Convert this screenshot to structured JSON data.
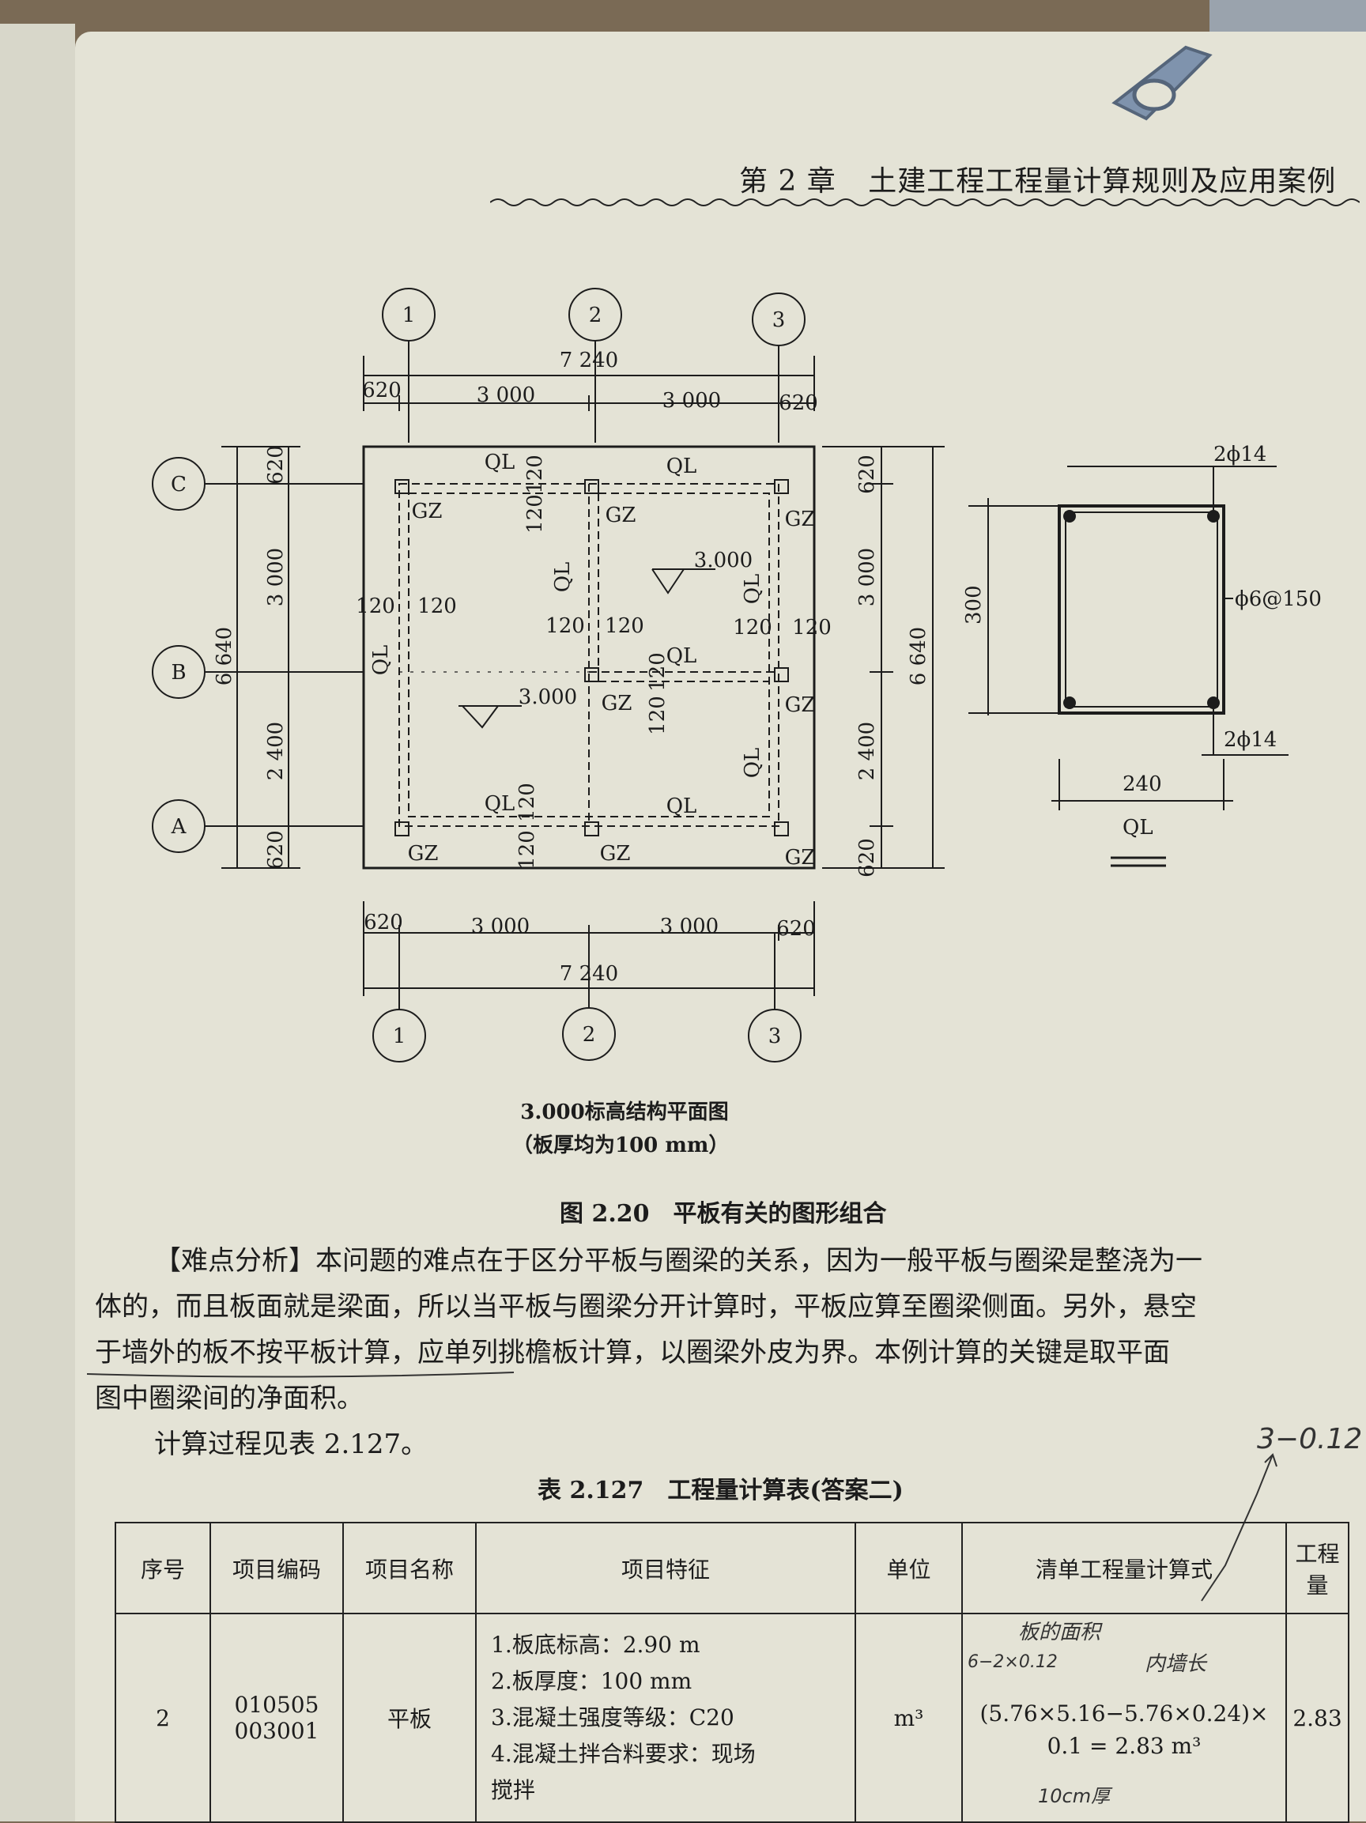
{
  "header": {
    "chapter": "第 2 章",
    "title": "土建工程工程量计算规则及应用案例"
  },
  "plan": {
    "axes_top": [
      "1",
      "2",
      "3"
    ],
    "axes_left": [
      "C",
      "B",
      "A"
    ],
    "dim_total_h": "7 240",
    "dim_620": "620",
    "dim_3000": "3 000",
    "dim_total_v": "6 640",
    "dim_2400": "2 400",
    "dim_120": "120",
    "label_ql": "QL",
    "label_gz": "GZ",
    "elev": "3.000",
    "title": "3.000标高结构平面图",
    "subtitle": "（板厚均为100 mm）"
  },
  "section": {
    "top_bar": "2ϕ14",
    "stirrup": "ϕ6@150",
    "bottom_bar": "2ϕ14",
    "height": "300",
    "width": "240",
    "name": "QL"
  },
  "figure_caption": "图 2.20　平板有关的图形组合",
  "paragraph": {
    "line1": "【难点分析】本问题的难点在于区分平板与圈梁的关系，因为一般平板与圈梁是整浇为一",
    "line2": "体的，而且板面就是梁面，所以当平板与圈梁分开计算时，平板应算至圈梁侧面。另外，悬空",
    "line3": "于墙外的板不按平板计算，应单列挑檐板计算，以圈梁外皮为界。本例计算的关键是取平面",
    "line4": "图中圈梁间的净面积。",
    "line5": "计算过程见表 2.127。"
  },
  "table": {
    "caption": "表 2.127　工程量计算表(答案二)",
    "headers": [
      "序号",
      "项目编码",
      "项目名称",
      "项目特征",
      "单位",
      "清单工程量计算式",
      "工程量"
    ],
    "row": {
      "no": "2",
      "code_1": "010505",
      "code_2": "003001",
      "name": "平板",
      "features": [
        "1.板底标高：2.90 m",
        "2.板厚度：100 mm",
        "3.混凝土强度等级：C20",
        "4.混凝土拌合料要求：现场",
        "搅拌"
      ],
      "unit": "m³",
      "formula_1": "(5.76×5.16−5.76×0.24)×",
      "formula_2": "0.1 = 2.83 m³",
      "quantity": "2.83"
    }
  },
  "handwriting": {
    "top_right": "3−0.12",
    "slab_area": "板的面积",
    "wall_len": "内墙长",
    "calc": "6−2×0.12",
    "thick": "10cm厚"
  },
  "colors": {
    "paper": "#e4e3d6",
    "ink": "#1c1c1c",
    "background": "#7a6a55"
  }
}
